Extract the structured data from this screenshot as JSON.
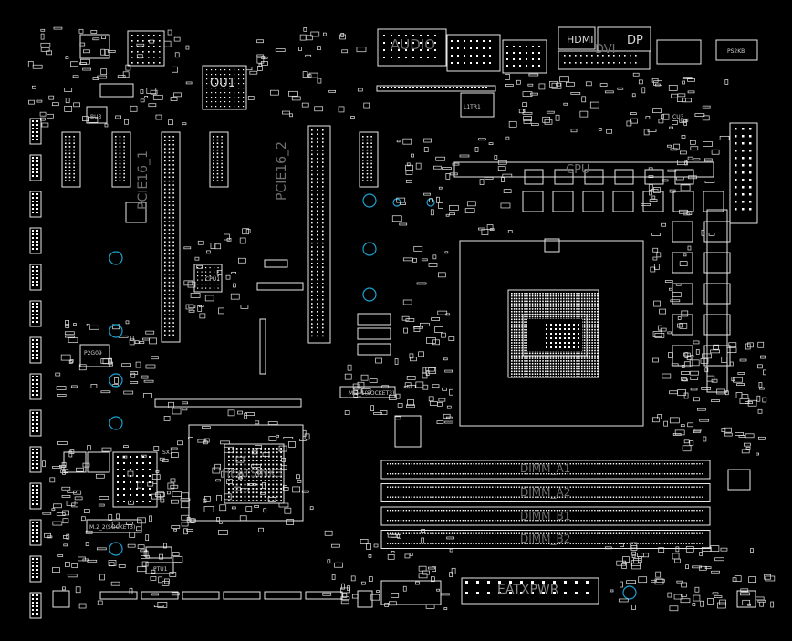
{
  "board": {
    "background": "#000000",
    "outline_color": "#e6e6e6",
    "pad_color": "#ffffff",
    "mount_hole_color": "#1aa0d0"
  },
  "labels": {
    "ou1": "OU1",
    "hdmi": "HDMI",
    "dp": "DP",
    "dvi": "DVI",
    "audio": "AUDIO",
    "ps2": "PS2KB",
    "l1tr1": "L1TR1",
    "pcie16_1": "PCIE16_1",
    "pcie16_2": "PCIE16_2",
    "cpu_socket": "CPU",
    "heatsink": "HEATSINK3",
    "dimm_a1": "DIMM_A1",
    "dimm_a2": "DIMM_A2",
    "dimm_b1": "DIMM_B1",
    "dimm_b2": "DIMM_B2",
    "eatxpwr": "EATXPWR",
    "m2_1": "M.2_1(SOCKET3)",
    "m2_2": "M.2_2(SOCKET3)",
    "bu3": "BU3",
    "cu3": "CU3",
    "cpu1": "CPU1",
    "sx1": "SX1",
    "ptu1": "PTU1",
    "p2g09": "P2G09"
  }
}
